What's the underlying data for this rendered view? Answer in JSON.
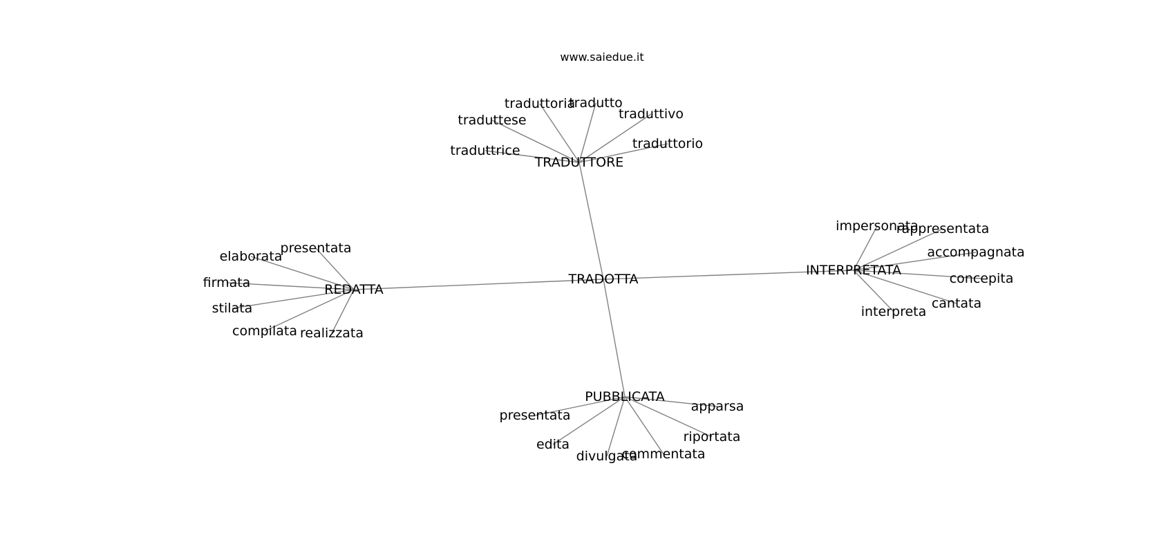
{
  "header": {
    "site": "www.saiedue.it"
  },
  "colors": {
    "edge": "#808080",
    "text": "#000000",
    "background": "#ffffff"
  },
  "center": {
    "id": "tradotta",
    "label": "TRADOTTA"
  },
  "hubs": [
    {
      "id": "traduttore",
      "label": "TRADUTTORE",
      "leaves": [
        {
          "id": "traduttoria",
          "label": "traduttoria"
        },
        {
          "id": "tradutto",
          "label": "tradutto"
        },
        {
          "id": "traduttese",
          "label": "traduttese"
        },
        {
          "id": "traduttivo",
          "label": "traduttivo"
        },
        {
          "id": "traduttrice",
          "label": "traduttrice"
        },
        {
          "id": "traduttorio",
          "label": "traduttorio"
        }
      ]
    },
    {
      "id": "redatta",
      "label": "REDATTA",
      "leaves": [
        {
          "id": "presentata",
          "label": "presentata"
        },
        {
          "id": "elaborata",
          "label": "elaborata"
        },
        {
          "id": "firmata",
          "label": "firmata"
        },
        {
          "id": "stilata",
          "label": "stilata"
        },
        {
          "id": "compilata",
          "label": "compilata"
        },
        {
          "id": "realizzata",
          "label": "realizzata"
        }
      ]
    },
    {
      "id": "interpretata",
      "label": "INTERPRETATA",
      "leaves": [
        {
          "id": "impersonata",
          "label": "impersonata"
        },
        {
          "id": "rappresentata",
          "label": "rappresentata"
        },
        {
          "id": "accompagnata",
          "label": "accompagnata"
        },
        {
          "id": "concepita",
          "label": "concepita"
        },
        {
          "id": "cantata",
          "label": "cantata"
        },
        {
          "id": "interpreta",
          "label": "interpreta"
        }
      ]
    },
    {
      "id": "pubblicata",
      "label": "PUBBLICATA",
      "leaves": [
        {
          "id": "presentata",
          "label": "presentata"
        },
        {
          "id": "apparsa",
          "label": "apparsa"
        },
        {
          "id": "riportata",
          "label": "riportata"
        },
        {
          "id": "edita",
          "label": "edita"
        },
        {
          "id": "divulgata",
          "label": "divulgata"
        },
        {
          "id": "commentata",
          "label": "commentata"
        }
      ]
    }
  ]
}
